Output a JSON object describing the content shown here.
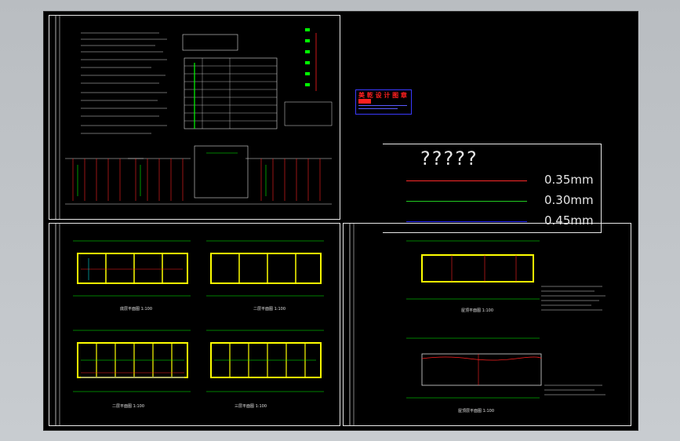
{
  "legend": {
    "title": "?????",
    "rows": [
      {
        "label": "0.35mm",
        "color": "#ff2a2a"
      },
      {
        "label": "0.30mm",
        "color": "#22cc22"
      },
      {
        "label": "0.45mm",
        "color": "#2a2aff"
      }
    ]
  },
  "stamp": {
    "title": "美 乾 设 计 图 章"
  },
  "captions": {
    "plan1": "底层平面图 1:100",
    "plan2": "二层平面图 1:100",
    "plan3": "二层平面图 1:100",
    "plan4": "三层平面图 1:100",
    "plan5": "屋顶平面图 1:100",
    "plan6": "屋顶层平面图 1:100"
  },
  "colors": {
    "background": "#000000",
    "frame": "#e8e8e8",
    "wall": "#ffff00",
    "grid": "#00ff00",
    "red": "#ff2020",
    "cyan": "#00ffff"
  }
}
